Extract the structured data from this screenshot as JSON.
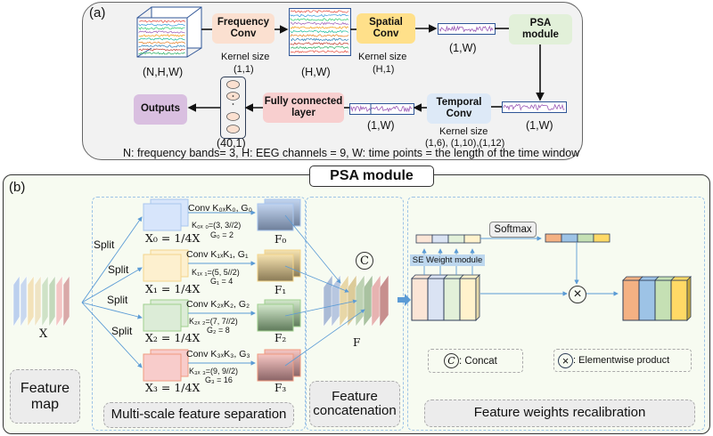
{
  "panel_a": {
    "label": "(a)",
    "blocks": {
      "frequency_conv": "Frequency\nConv",
      "spatial_conv": "Spatial\nConv",
      "psa_module": "PSA\nmodule",
      "temporal_conv": "Temporal\nConv",
      "fully_connected": "Fully connected\nlayer",
      "outputs": "Outputs"
    },
    "shapes": {
      "input": "(N,H,W)",
      "after_freq": "(H,W)",
      "after_spatial": "(1,W)",
      "after_psa": "(1,W)",
      "after_temporal": "(1,W)",
      "fc_out": "(40,1)"
    },
    "kernels": {
      "freq_title": "Kernel size",
      "freq_value": "(1,1)",
      "spatial_title": "Kernel size",
      "spatial_value": "(H,1)",
      "temporal_title": "Kernel size",
      "temporal_value": "(1,6), (1,10),(1,12)"
    },
    "footnote": "N: frequency bands= 3, H: EEG channels = 9,  W: time points = the length of the time window",
    "footnote_overlay": "250"
  },
  "panel_b": {
    "label": "(b)",
    "title": "PSA module",
    "split_label": "Split",
    "input_label": "X",
    "concat_output_label": "F",
    "branches": [
      {
        "x_label": "X₀ = 1/4X",
        "conv": "Conv K₀ₓK₀, G₀",
        "kernel": "K₀ₓ ₀=(3, 3//2)",
        "groups": "G₀ = 2",
        "f_label": "F₀",
        "color": "#d7e5fb",
        "border": "#a9c6ee",
        "out_top": "#c2d4ef",
        "out_bottom": "#6e7f9a"
      },
      {
        "x_label": "X₁ = 1/4X",
        "conv": "Conv K₁ₓK₁, G₁",
        "kernel": "K₁ₓ ₁=(5, 5//2)",
        "groups": "G₁ = 4",
        "f_label": "F₁",
        "color": "#fdf0cf",
        "border": "#f3d58c",
        "out_top": "#f5e2b0",
        "out_bottom": "#8a7a55"
      },
      {
        "x_label": "X₂ = 1/4X",
        "conv": "Conv K₂ₓK₂, G₂",
        "kernel": "K₂ₓ ₂=(7, 7//2)",
        "groups": "G₂ = 8",
        "f_label": "F₂",
        "color": "#dcecd7",
        "border": "#9fcf8e",
        "out_top": "#d3e8cc",
        "out_bottom": "#5f7a5a"
      },
      {
        "x_label": "X₃ = 1/4X",
        "conv": "Conv K₃ₓK₃, G₃",
        "kernel": "K₃ₓ ₃=(9, 9//2)",
        "groups": "G₃ = 16",
        "f_label": "F₃",
        "color": "#f8cccb",
        "border": "#ef9a7f",
        "out_top": "#f6c6c3",
        "out_bottom": "#8a6466"
      }
    ],
    "se_weight_label": "SE Weight module",
    "softmax_label": "Softmax",
    "concat_symbol": "C",
    "product_symbol": "×",
    "legend": {
      "concat": ":  Concat",
      "product": ": Elementwise product"
    },
    "stage_labels": {
      "feature_map": "Feature\nmap",
      "multi_scale": "Multi-scale feature separation",
      "concatenation": "Feature\nconcatenation",
      "recalibration": "Feature weights recalibration"
    },
    "colors": {
      "orange": "#f4b183",
      "blue": "#9dc3e6",
      "green": "#c5e0b4",
      "yellow": "#ffd966",
      "pale_orange": "#fbe5d6",
      "pale_blue": "#dae3f3",
      "pale_green": "#e2f0d9",
      "pale_yellow": "#fff2cc",
      "arrow_blue": "#5b9bd5"
    }
  }
}
